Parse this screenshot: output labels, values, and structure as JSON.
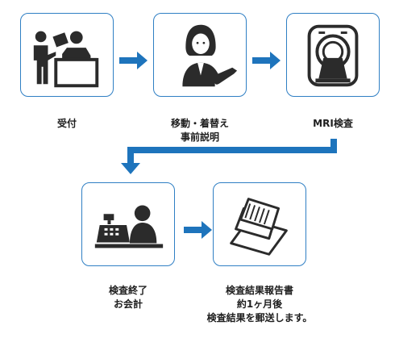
{
  "steps": [
    {
      "icon": "reception-icon",
      "lines": [
        "受付"
      ]
    },
    {
      "icon": "staff-woman-icon",
      "lines": [
        "移動・着替え",
        "事前説明"
      ]
    },
    {
      "icon": "mri-scanner-icon",
      "lines": [
        "MRI検査"
      ]
    },
    {
      "icon": "cashier-icon",
      "lines": [
        "検査終了",
        "お会計"
      ]
    },
    {
      "icon": "report-papers-icon",
      "lines": [
        "検査結果報告書",
        "約1ヶ月後",
        "検査結果を郵送します。"
      ]
    }
  ],
  "colors": {
    "border": "#2f7fc4",
    "arrow": "#1e74bc",
    "icon": "#2b2b2b"
  }
}
